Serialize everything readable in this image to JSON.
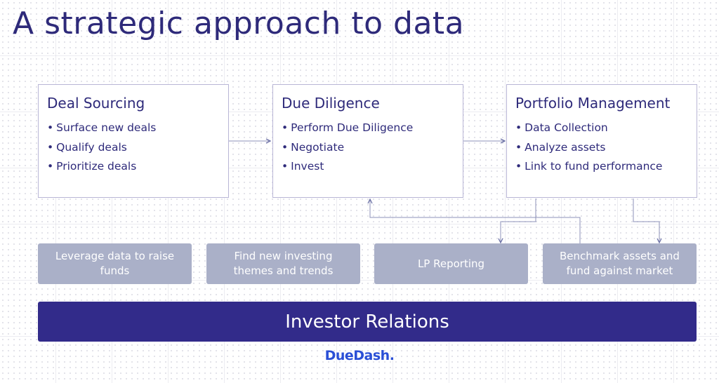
{
  "title": "A strategic approach to data",
  "stages": [
    {
      "title": "Deal Sourcing",
      "items": [
        "Surface new deals",
        "Qualify deals",
        "Prioritize deals"
      ]
    },
    {
      "title": "Due Diligence",
      "items": [
        "Perform Due Diligence",
        "Negotiate",
        "Invest"
      ]
    },
    {
      "title": "Portfolio Management",
      "items": [
        "Data Collection",
        "Analyze assets",
        "Link to fund performance"
      ]
    }
  ],
  "tiles": [
    "Leverage data to raise funds",
    "Find new investing themes and trends",
    "LP Reporting",
    "Benchmark assets and fund against market"
  ],
  "foundation_bar": "Investor Relations",
  "logo": "DueDash.",
  "colors": {
    "primary": "#2e2a7a",
    "bar": "#322b8a",
    "tile": "#aab0c8",
    "connector": "#8e92b8",
    "logo": "#2a4fd6"
  }
}
